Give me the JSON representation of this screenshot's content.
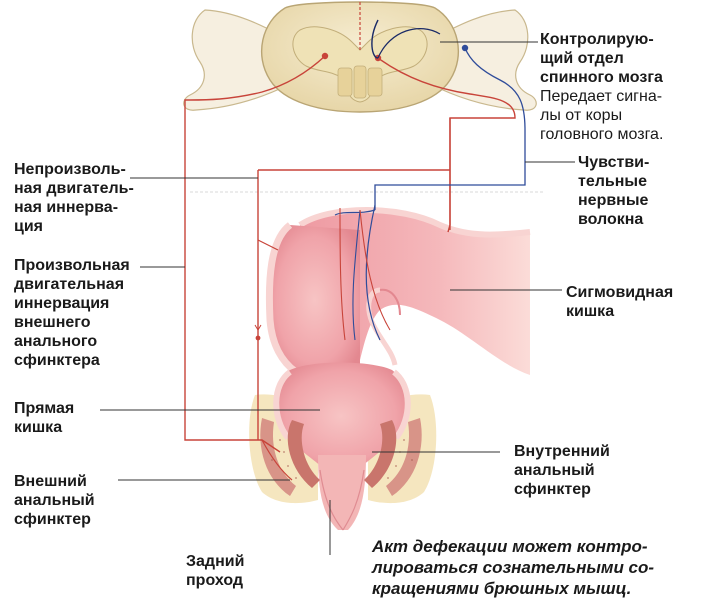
{
  "labels": {
    "control_title": "Контролирую-\nщий отдел\nспинного мозга",
    "control_desc": "Передает сигна-\nлы от коры\nголовного мозга.",
    "sensory": "Чувстви-\nтельные\nнервные\nволокна",
    "involuntary": "Непроизволь-\nная двигатель-\nная иннерва-\nция",
    "voluntary": "Произвольная\nдвигательная\nиннервация\nвнешнего\nанального\nсфинктера",
    "sigmoid": "Сигмовидная\nкишка",
    "rectum": "Прямая\nкишка",
    "internal_sphincter": "Внутренний\nанальный\nсфинктер",
    "external_sphincter": "Внешний\nанальный\nсфинктер",
    "anus": "Задний\nпроход",
    "note": "Акт дефекации может контро-\nлироваться сознательными со-\nкращениями брюшных мышц."
  },
  "colors": {
    "colon_fill": "#f2a9ae",
    "colon_dark": "#e07f88",
    "colon_wall": "#f8d4d2",
    "sphincter_muscle": "#c9756c",
    "fat": "#f4e3b8",
    "spinal_cord": "#f1e6c4",
    "nerve_red": "#c8443a",
    "nerve_blue": "#2f4c9a",
    "leader": "#333333"
  }
}
